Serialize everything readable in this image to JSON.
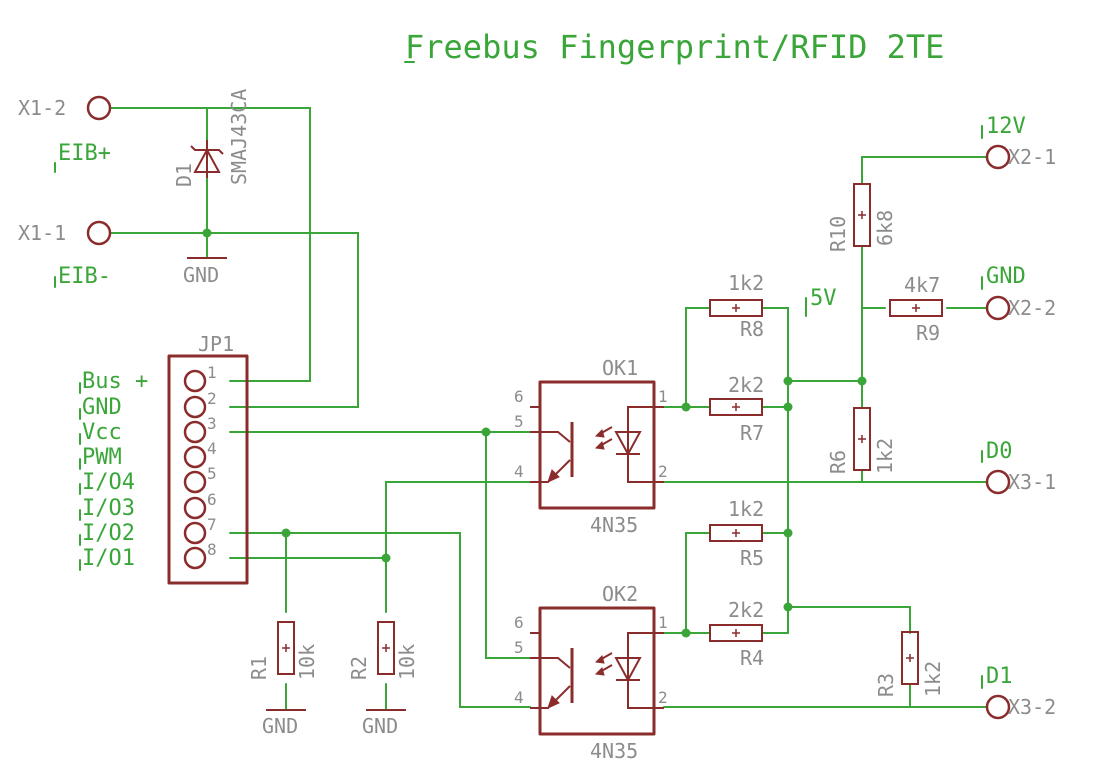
{
  "title": "Freebus Fingerprint/RFID 2TE",
  "connectors": {
    "x1_2": "X1-2",
    "x1_1": "X1-1",
    "x2_1": "X2-1",
    "x2_2": "X2-2",
    "x3_1": "X3-1",
    "x3_2": "X3-2"
  },
  "nets": {
    "eib_plus": "EIB+",
    "eib_minus": "EIB-",
    "v12": "12V",
    "gnd": "GND",
    "v5": "5V",
    "d0": "D0",
    "d1": "D1"
  },
  "ground_symbol": "GND",
  "diode": {
    "name": "D1",
    "value": "SMAJ43CA"
  },
  "header": {
    "name": "JP1",
    "pin_numbers": [
      "1",
      "2",
      "3",
      "4",
      "5",
      "6",
      "7",
      "8"
    ],
    "labels": [
      "Bus +",
      "GND",
      "Vcc",
      "PWM",
      "I/O4",
      "I/O3",
      "I/O2",
      "I/O1"
    ]
  },
  "optocouplers": [
    {
      "name": "OK1",
      "value": "4N35",
      "pins": [
        "6",
        "5",
        "4",
        "1",
        "2"
      ]
    },
    {
      "name": "OK2",
      "value": "4N35",
      "pins": [
        "6",
        "5",
        "4",
        "1",
        "2"
      ]
    }
  ],
  "resistors": {
    "r1": {
      "name": "R1",
      "value": "10k"
    },
    "r2": {
      "name": "R2",
      "value": "10k"
    },
    "r3": {
      "name": "R3",
      "value": "1k2"
    },
    "r4": {
      "name": "R4",
      "value": "2k2"
    },
    "r5": {
      "name": "R5",
      "value": "1k2"
    },
    "r6": {
      "name": "R6",
      "value": "1k2"
    },
    "r7": {
      "name": "R7",
      "value": "2k2"
    },
    "r8": {
      "name": "R8",
      "value": "1k2"
    },
    "r9": {
      "name": "R9",
      "value": "4k7"
    },
    "r10": {
      "name": "R10",
      "value": "6k8"
    }
  },
  "colors": {
    "wire": "#3aa63a",
    "part": "#8b2c2c",
    "text": "#8c8c8c",
    "background": "#ffffff"
  }
}
